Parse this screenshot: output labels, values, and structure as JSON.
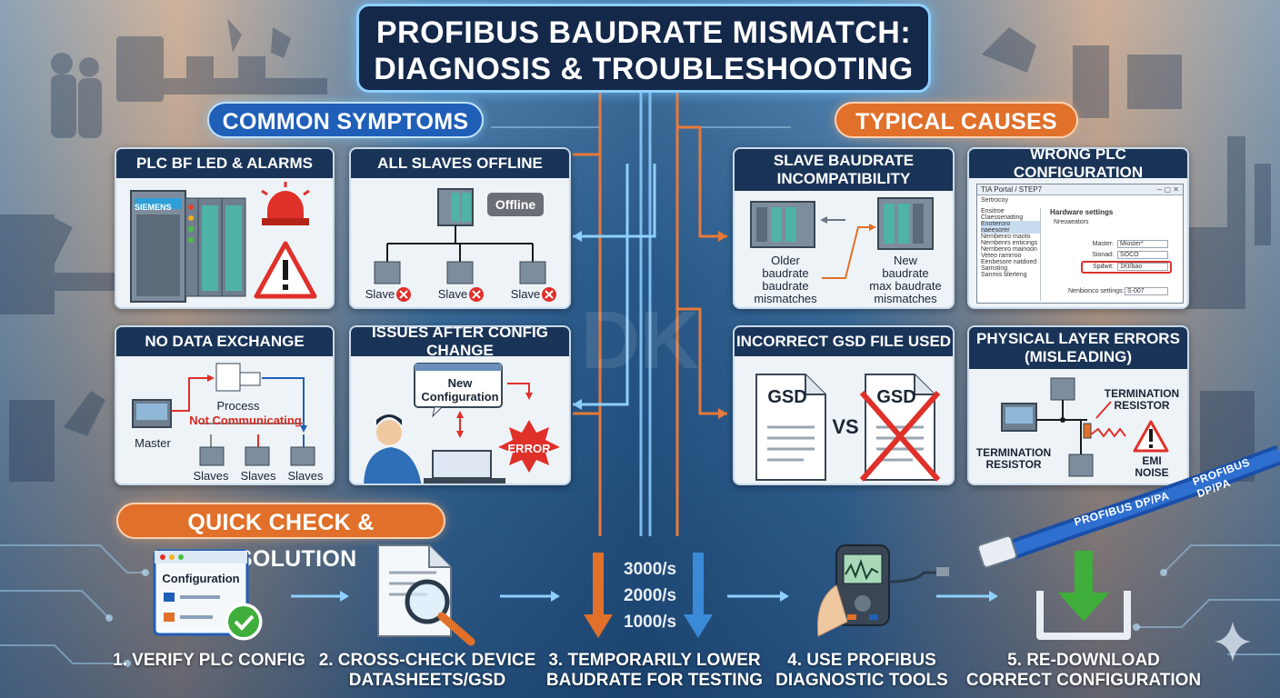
{
  "title": {
    "line1": "PROFIBUS BAUDRATE MISMATCH:",
    "line2": "DIAGNOSIS & TROUBLESHOOTING"
  },
  "sections": {
    "symptoms": "COMMON SYMPTOMS",
    "causes": "TYPICAL CAUSES",
    "resolution": "QUICK CHECK & RESOLUTION"
  },
  "symptoms": {
    "bf_led": {
      "title": "PLC BF LED & ALARMS",
      "brand": "SIEMENS"
    },
    "slaves_offline": {
      "title": "ALL SLAVES OFFLINE",
      "badge": "Offline",
      "slave": "Slave"
    },
    "no_data": {
      "title": "NO DATA EXCHANGE",
      "process": "Process",
      "not_comm": "Not Communicating",
      "master": "Master",
      "slaves": "Slaves"
    },
    "config_change": {
      "title": "ISSUES AFTER CONFIG CHANGE",
      "bubble_line1": "New",
      "bubble_line2": "Configuration",
      "error": "ERROR"
    }
  },
  "causes": {
    "slave_baud": {
      "title_line1": "SLAVE BAUDRATE",
      "title_line2": "INCOMPATIBILITY",
      "left_line1": "Older",
      "left_line2": "baudrate",
      "left_line3": "baudrate",
      "left_line4": "mismatches",
      "right_line1": "New",
      "right_line2": "baudrate",
      "right_line3": "max baudrate",
      "right_line4": "mismatches"
    },
    "wrong_plc": {
      "title": "WRONG PLC CONFIGURATION",
      "window_title": "TIA Portal / STEP7",
      "tab": "Sertrocoy",
      "heading": "Hardware settings",
      "sub": "Nreoaeators",
      "tree": [
        "Ensitroe",
        "Claessenatting",
        "Enotieroro naeesorer",
        "Nernbenro maoto",
        "Nernbenrs enticings",
        "Nernbenro mainoon",
        "Veteo ramrroo",
        "Eenbesore natdoed",
        "Samsting",
        "Sanmis blerteng"
      ],
      "fields": [
        {
          "label": "Master:",
          "value": "Mioster*"
        },
        {
          "label": "Sionad:",
          "value": "SOCO"
        },
        {
          "label": "Spdwit:",
          "value": "1Kt/bao"
        }
      ],
      "footer_label": "Nenbionco settings:",
      "footer_value": "S-007"
    },
    "gsd": {
      "title": "INCORRECT GSD FILE USED",
      "left": "GSD",
      "vs": "VS",
      "right": "GSD"
    },
    "physical": {
      "title_line1": "PHYSICAL LAYER ERRORS",
      "title_line2": "(MISLEADING)",
      "term_top_line1": "TERMINATION",
      "term_top_line2": "RESISTOR",
      "term_left_line1": "TERMINATION",
      "term_left_line2": "RESISTOR",
      "emi_line1": "EMI",
      "emi_line2": "NOISE"
    }
  },
  "steps": [
    {
      "line1": "1. VERIFY PLC CONFIG",
      "line2": "",
      "icon_label": "Configuration"
    },
    {
      "line1": "2. CROSS-CHECK DEVICE",
      "line2": "DATASHEETS/GSD"
    },
    {
      "line1": "3. TEMPORARILY LOWER",
      "line2": "BAUDRATE FOR TESTING",
      "rates": [
        "3000/s",
        "2000/s",
        "1000/s"
      ]
    },
    {
      "line1": "4. USE PROFIBUS",
      "line2": "DIAGNOSTIC TOOLS"
    },
    {
      "line1": "5. RE-DOWNLOAD",
      "line2": "CORRECT CONFIGURATION"
    }
  ],
  "cable_labels": [
    "PROFIBUS DP/PA",
    "PROFIBUS DP/PA"
  ],
  "colors": {
    "navy": "#1a3457",
    "accent_blue": "#1f5fb8",
    "accent_orange": "#e0702a",
    "error_red": "#e0302a"
  }
}
